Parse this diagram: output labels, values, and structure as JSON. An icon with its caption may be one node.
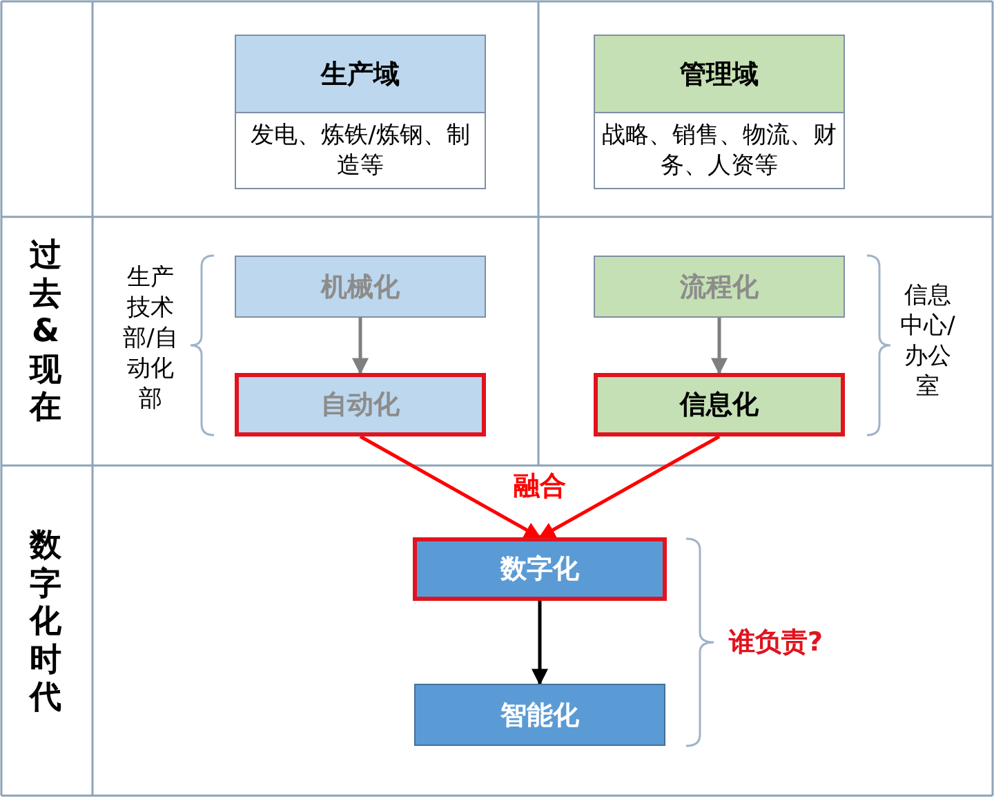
{
  "diagram": {
    "nodes": [
      {
        "text": [
          "生产域",
          "发电、炼铁/炼钢、制造等"
        ]
      },
      {
        "text": [
          "管理域",
          "战略、销售、物流、财务、人资等"
        ]
      },
      {
        "text": [
          "机械化"
        ]
      },
      {
        "text": [
          "自动化"
        ]
      },
      {
        "text": [
          "流程化"
        ]
      },
      {
        "text": [
          "信息化"
        ]
      },
      {
        "text": [
          "数字化"
        ]
      },
      {
        "text": [
          "智能化"
        ]
      }
    ],
    "edges": [
      {
        "from": 2,
        "to": 3,
        "arrow": "to",
        "color": "#7f7f7f"
      },
      {
        "from": 4,
        "to": 5,
        "arrow": "to",
        "color": "#7f7f7f"
      },
      {
        "from": 3,
        "to": 6,
        "arrow": "to",
        "label": "融合",
        "color": "#ff0000"
      },
      {
        "from": 5,
        "to": 6,
        "arrow": "to",
        "color": "#ff0000"
      },
      {
        "from": 6,
        "to": 7,
        "arrow": "to",
        "color": "#000000"
      }
    ],
    "labels": [
      "过去&现在",
      "生产技术部/自动化部",
      "信息中心/办公室",
      "数字化时代",
      "谁负责?"
    ]
  }
}
